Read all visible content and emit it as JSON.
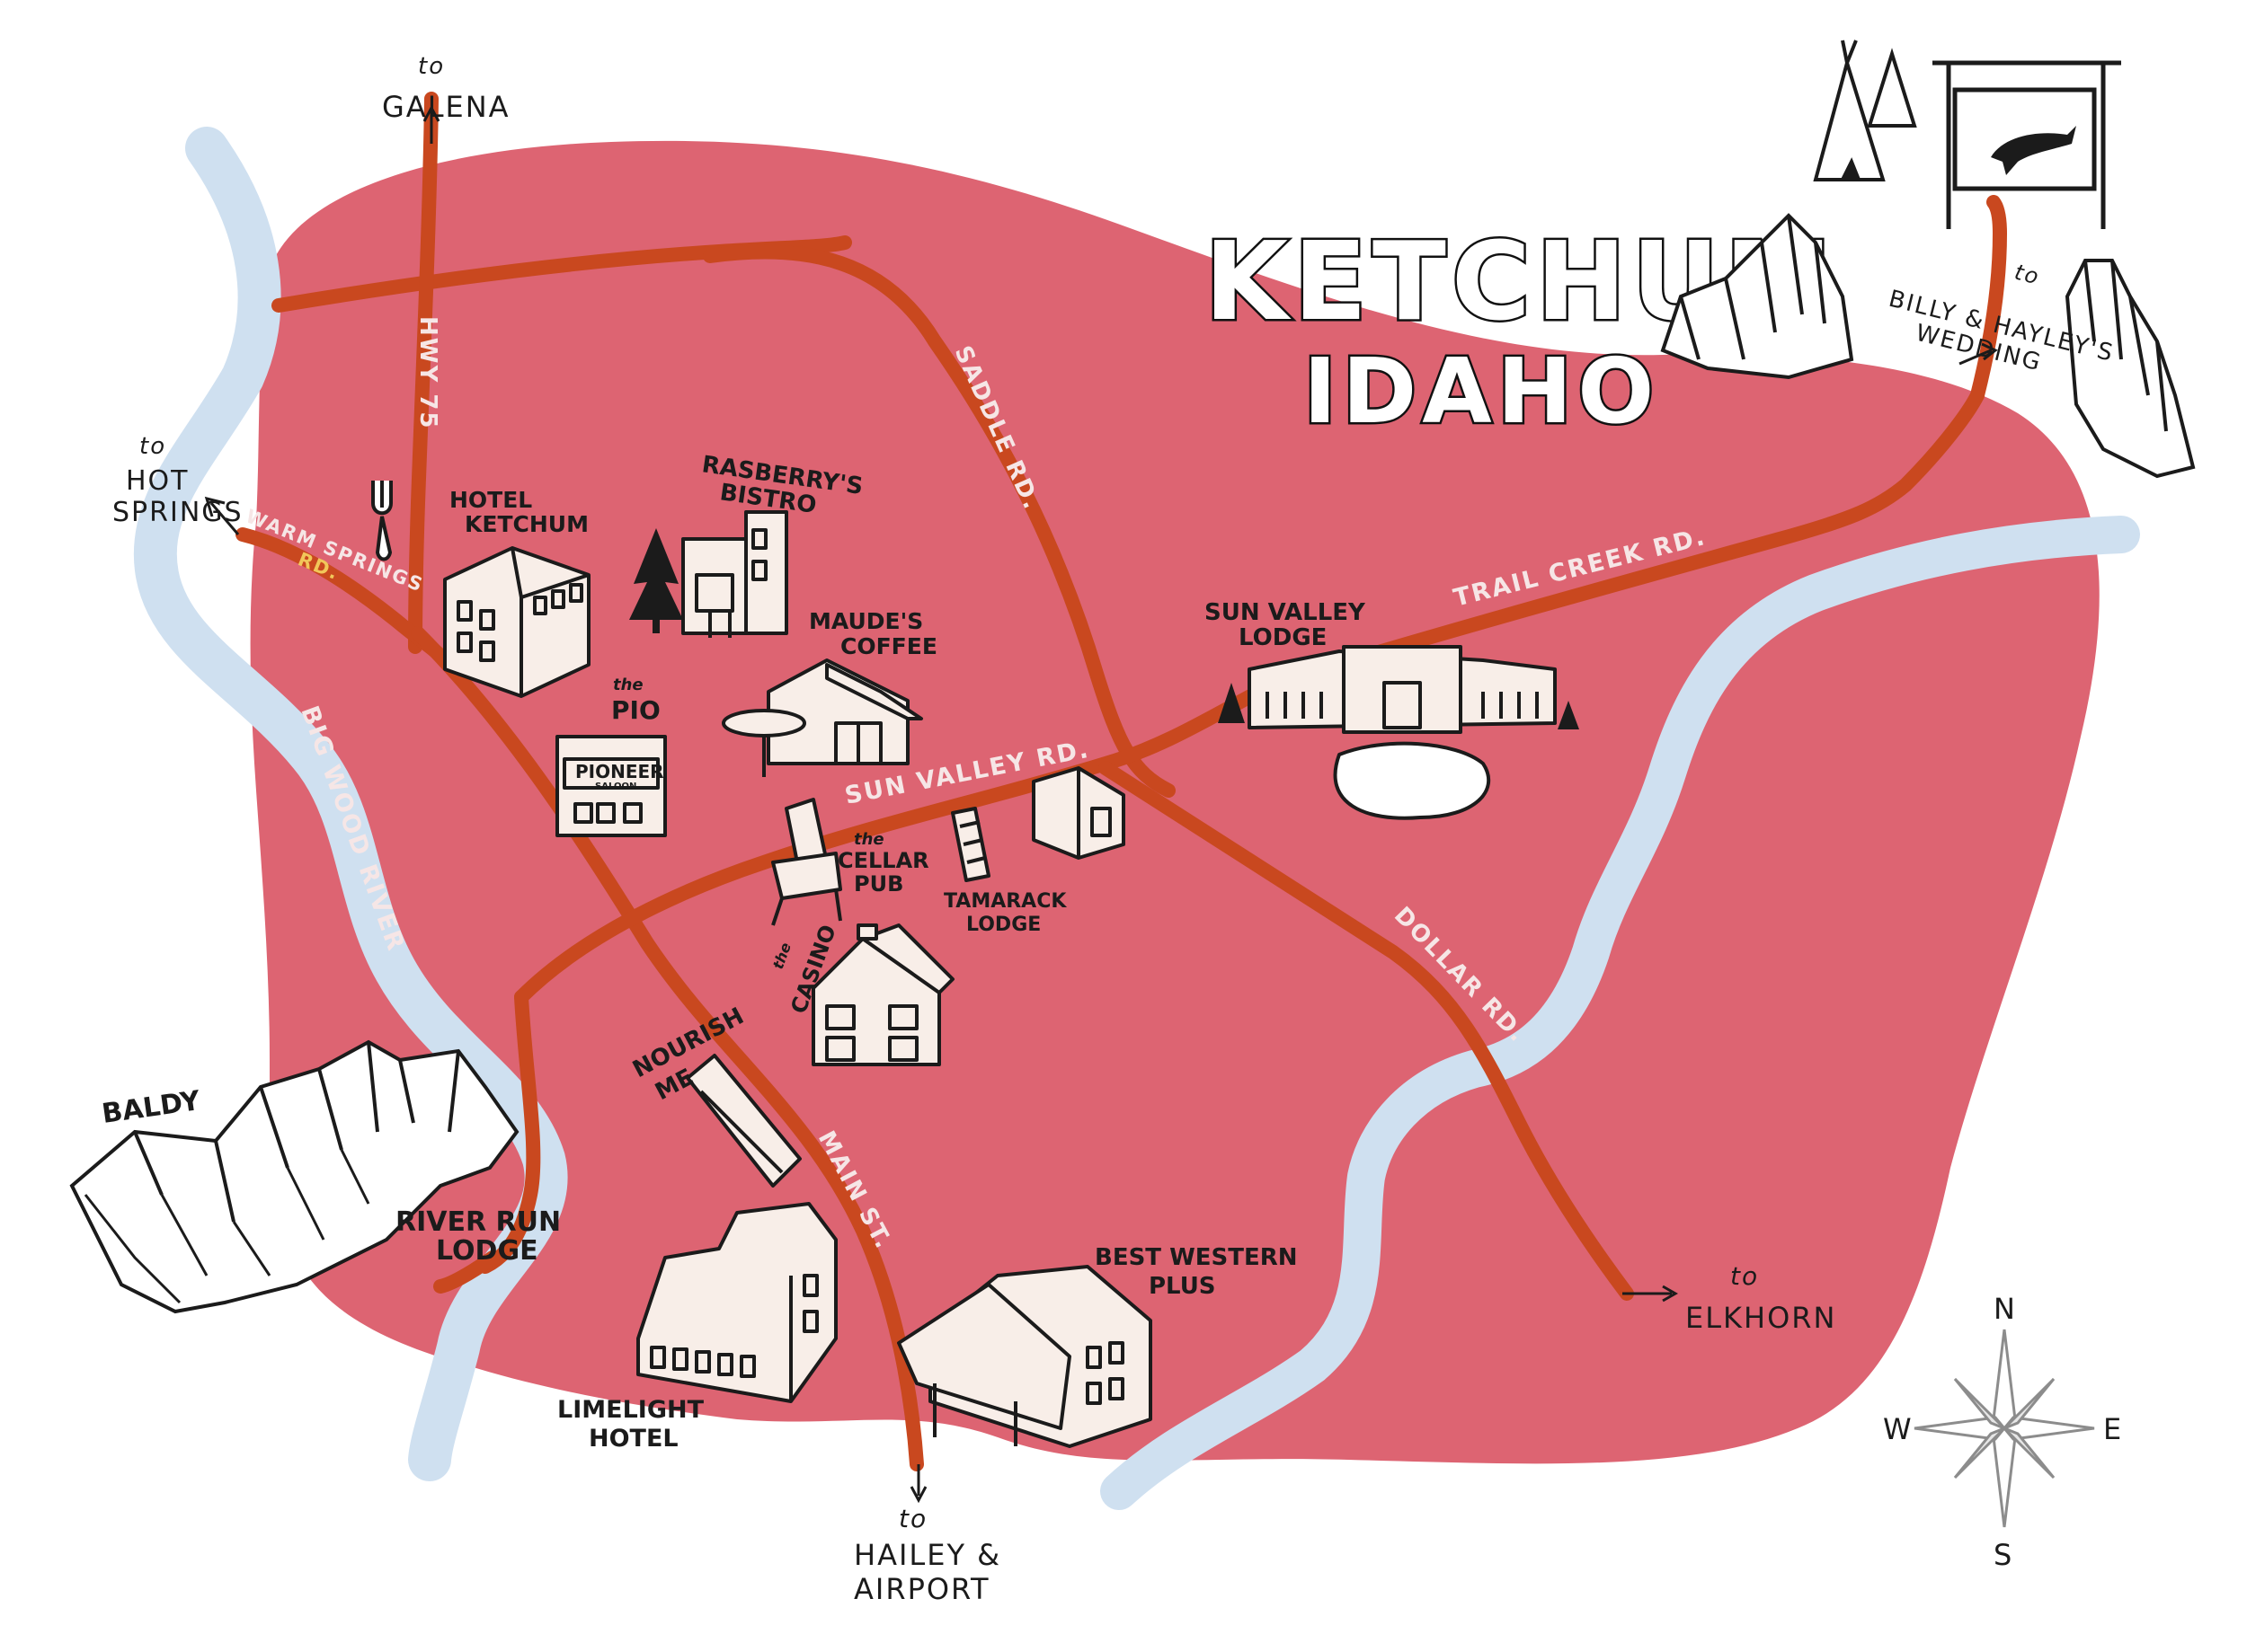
{
  "title": {
    "line1": "KETCHUM",
    "line2": "IDAHO"
  },
  "colors": {
    "land": "#dd6472",
    "road": "#c9481f",
    "river": "#cfe0f0",
    "ink": "#1b1b1b",
    "building": "#f8eee8",
    "road_label": "#f6e6e6",
    "warm_springs_label": "#f1c75a"
  },
  "roads": {
    "hwy75": "HWY 75",
    "saddle": "SADDLE RD.",
    "warm_springs_1": "WARM SPRINGS",
    "warm_springs_2": "RD.",
    "sun_valley": "SUN VALLEY RD.",
    "trail_creek": "TRAIL CREEK RD.",
    "main": "MAIN ST.",
    "dollar": "DOLLAR RD."
  },
  "rivers": {
    "big_wood": "BIG WOOD RIVER"
  },
  "places": {
    "hotel_ketchum": [
      "HOTEL",
      "KETCHUM"
    ],
    "rasberrys_bistro": [
      "RASBERRY'S",
      "BISTRO"
    ],
    "maudes_coffee": [
      "MAUDE'S",
      "COFFEE"
    ],
    "the_pio": [
      "the",
      "PIO"
    ],
    "pioneer_sign": [
      "PIONEER",
      "SALOON"
    ],
    "cellar_pub": [
      "the",
      "CELLAR",
      "PUB"
    ],
    "tamarack_lodge": [
      "TAMARACK",
      "LODGE"
    ],
    "the_casino": [
      "the",
      "CASINO"
    ],
    "sun_valley_lodge": [
      "SUN VALLEY",
      "LODGE"
    ],
    "nourish_me": [
      "NOURISH",
      "ME"
    ],
    "baldy": "BALDY",
    "river_run_lodge": [
      "RIVER RUN",
      "LODGE"
    ],
    "limelight_hotel": [
      "LIMELIGHT",
      "HOTEL"
    ],
    "best_western": [
      "BEST WESTERN",
      "PLUS"
    ]
  },
  "directions": {
    "galena": {
      "to": "to",
      "name": "GALENA"
    },
    "hot_springs": {
      "to": "to",
      "name": [
        "HOT",
        "SPRINGS"
      ]
    },
    "hailey": {
      "to": "to",
      "name": [
        "HAILEY &",
        "AIRPORT"
      ]
    },
    "elkhorn": {
      "to": "to",
      "name": "ELKHORN"
    },
    "wedding": {
      "to": "to",
      "name": [
        "BILLY & HAYLEY'S",
        "WEDDING"
      ]
    }
  },
  "compass": {
    "n": "N",
    "s": "S",
    "e": "E",
    "w": "W"
  },
  "icons": [
    "fork-icon",
    "pine-tree-icon",
    "teepee-icon",
    "horse-sign-icon",
    "mountain-icon",
    "compass-rose-icon"
  ]
}
